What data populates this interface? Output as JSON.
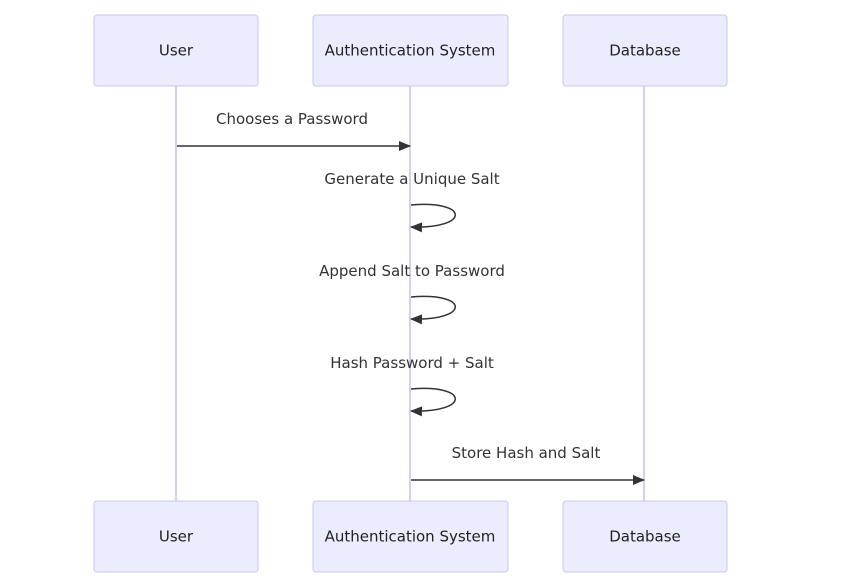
{
  "participants": [
    {
      "id": "user",
      "label": "User"
    },
    {
      "id": "auth",
      "label": "Authentication System"
    },
    {
      "id": "db",
      "label": "Database"
    }
  ],
  "messages": [
    {
      "from": "user",
      "to": "auth",
      "label": "Chooses a Password"
    },
    {
      "from": "auth",
      "to": "auth",
      "label": "Generate a Unique Salt"
    },
    {
      "from": "auth",
      "to": "auth",
      "label": "Append Salt to Password"
    },
    {
      "from": "auth",
      "to": "auth",
      "label": "Hash Password + Salt"
    },
    {
      "from": "auth",
      "to": "db",
      "label": "Store Hash and Salt"
    }
  ],
  "colors": {
    "actor_fill": "#ECECFF",
    "actor_stroke": "#C9C7F0",
    "lifeline": "#D3D0F5",
    "arrow": "#333333"
  }
}
